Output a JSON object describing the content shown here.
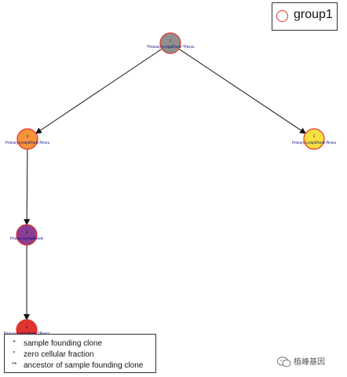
{
  "legend": {
    "label": "group1",
    "circle_color": "#e0342f"
  },
  "nodes": [
    {
      "id": "1",
      "label": "*Primary.LymphNode.*Pleura",
      "fill": "#8f8f8f"
    },
    {
      "id": "2",
      "label": "Primary.LymphNode.Pleura",
      "fill": "#f5943a"
    },
    {
      "id": "3",
      "label": "Primary.LymphNode",
      "fill": "#8a3f96"
    },
    {
      "id": "4",
      "label": "Primary.LymphNode.*Pleura",
      "fill": "#e0342f"
    },
    {
      "id": "5",
      "label": "Primary.LymphNode.Pleura",
      "fill": "#f7e040"
    }
  ],
  "edges": [
    {
      "from": "1",
      "to": "2"
    },
    {
      "from": "1",
      "to": "5"
    },
    {
      "from": "2",
      "to": "3"
    },
    {
      "from": "3",
      "to": "4"
    }
  ],
  "node_border_color": "#e0342f",
  "notes": [
    {
      "symbol": "*",
      "text": "sample founding clone"
    },
    {
      "symbol": "°",
      "text": "zero cellular fraction"
    },
    {
      "symbol": "°*",
      "text": "ancestor of sample founding clone"
    }
  ],
  "watermark": {
    "text": "植峰基因",
    "icon": "wechat-icon"
  }
}
